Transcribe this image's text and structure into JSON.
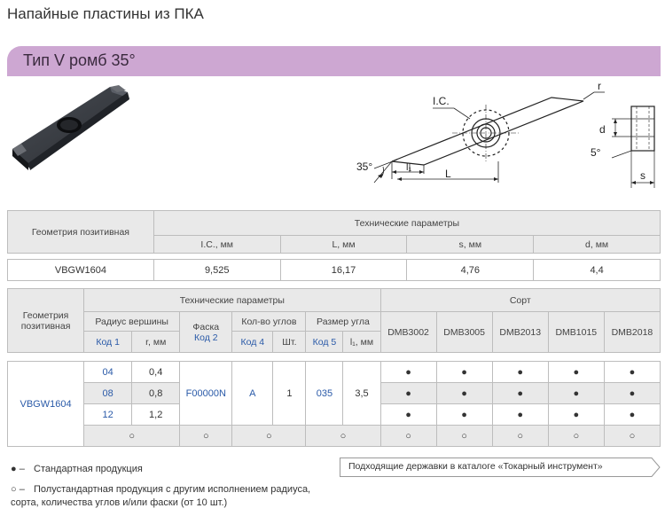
{
  "page": {
    "title": "Напайные пластины из ПКА"
  },
  "banner": {
    "title": "Тип V ромб 35°"
  },
  "diagram": {
    "ic_label": "I.C.",
    "r_label": "r",
    "d_label": "d",
    "angle_5": "5°",
    "s_label": "s",
    "angle_35": "35°",
    "l1_label": "l₁",
    "l_label": "L"
  },
  "table1": {
    "geometry_header": "Геометрия позитивная",
    "tech_header": "Технические параметры",
    "columns": [
      "I.C., мм",
      "L, мм",
      "s, мм",
      "d, мм"
    ],
    "row": {
      "geometry": "VBGW1604",
      "values": [
        "9,525",
        "16,17",
        "4,76",
        "4,4"
      ]
    }
  },
  "table2": {
    "geometry_header": "Геометрия позитивная",
    "tech_header": "Технические параметры",
    "grade_header": "Сорт",
    "radius_header": "Радиус вершины",
    "chamfer_header": "Фаска",
    "chamfer_code": "Код 2",
    "corners_header": "Кол-во углов",
    "angle_size_header": "Размер угла",
    "code1": "Код 1",
    "r_mm": "r, мм",
    "code4": "Код 4",
    "pcs": "Шт.",
    "code5": "Код 5",
    "l1_mm": "l₁, мм",
    "grades": [
      "DMB3002",
      "DMB3005",
      "DMB2013",
      "DMB1015",
      "DMB2018"
    ],
    "geometry": "VBGW1604",
    "rows": [
      {
        "code": "04",
        "r": "0,4"
      },
      {
        "code": "08",
        "r": "0,8"
      },
      {
        "code": "12",
        "r": "1,2"
      }
    ],
    "chamfer": "F00000N",
    "corners_code": "A",
    "corners_pcs": "1",
    "angle_code": "035",
    "angle_l1": "3,5",
    "std_mark": "●",
    "semi_mark": "○"
  },
  "legend": {
    "standard": "Стандартная продукция",
    "semistandard_1": "Полустандартная продукция с другим исполнением радиуса,",
    "semistandard_2": "сорта, количества углов и/или фаски (от 10 шт.)",
    "dash": "–"
  },
  "catalog_link": {
    "label": "Подходящие державки в каталоге «Токарный инструмент»"
  }
}
